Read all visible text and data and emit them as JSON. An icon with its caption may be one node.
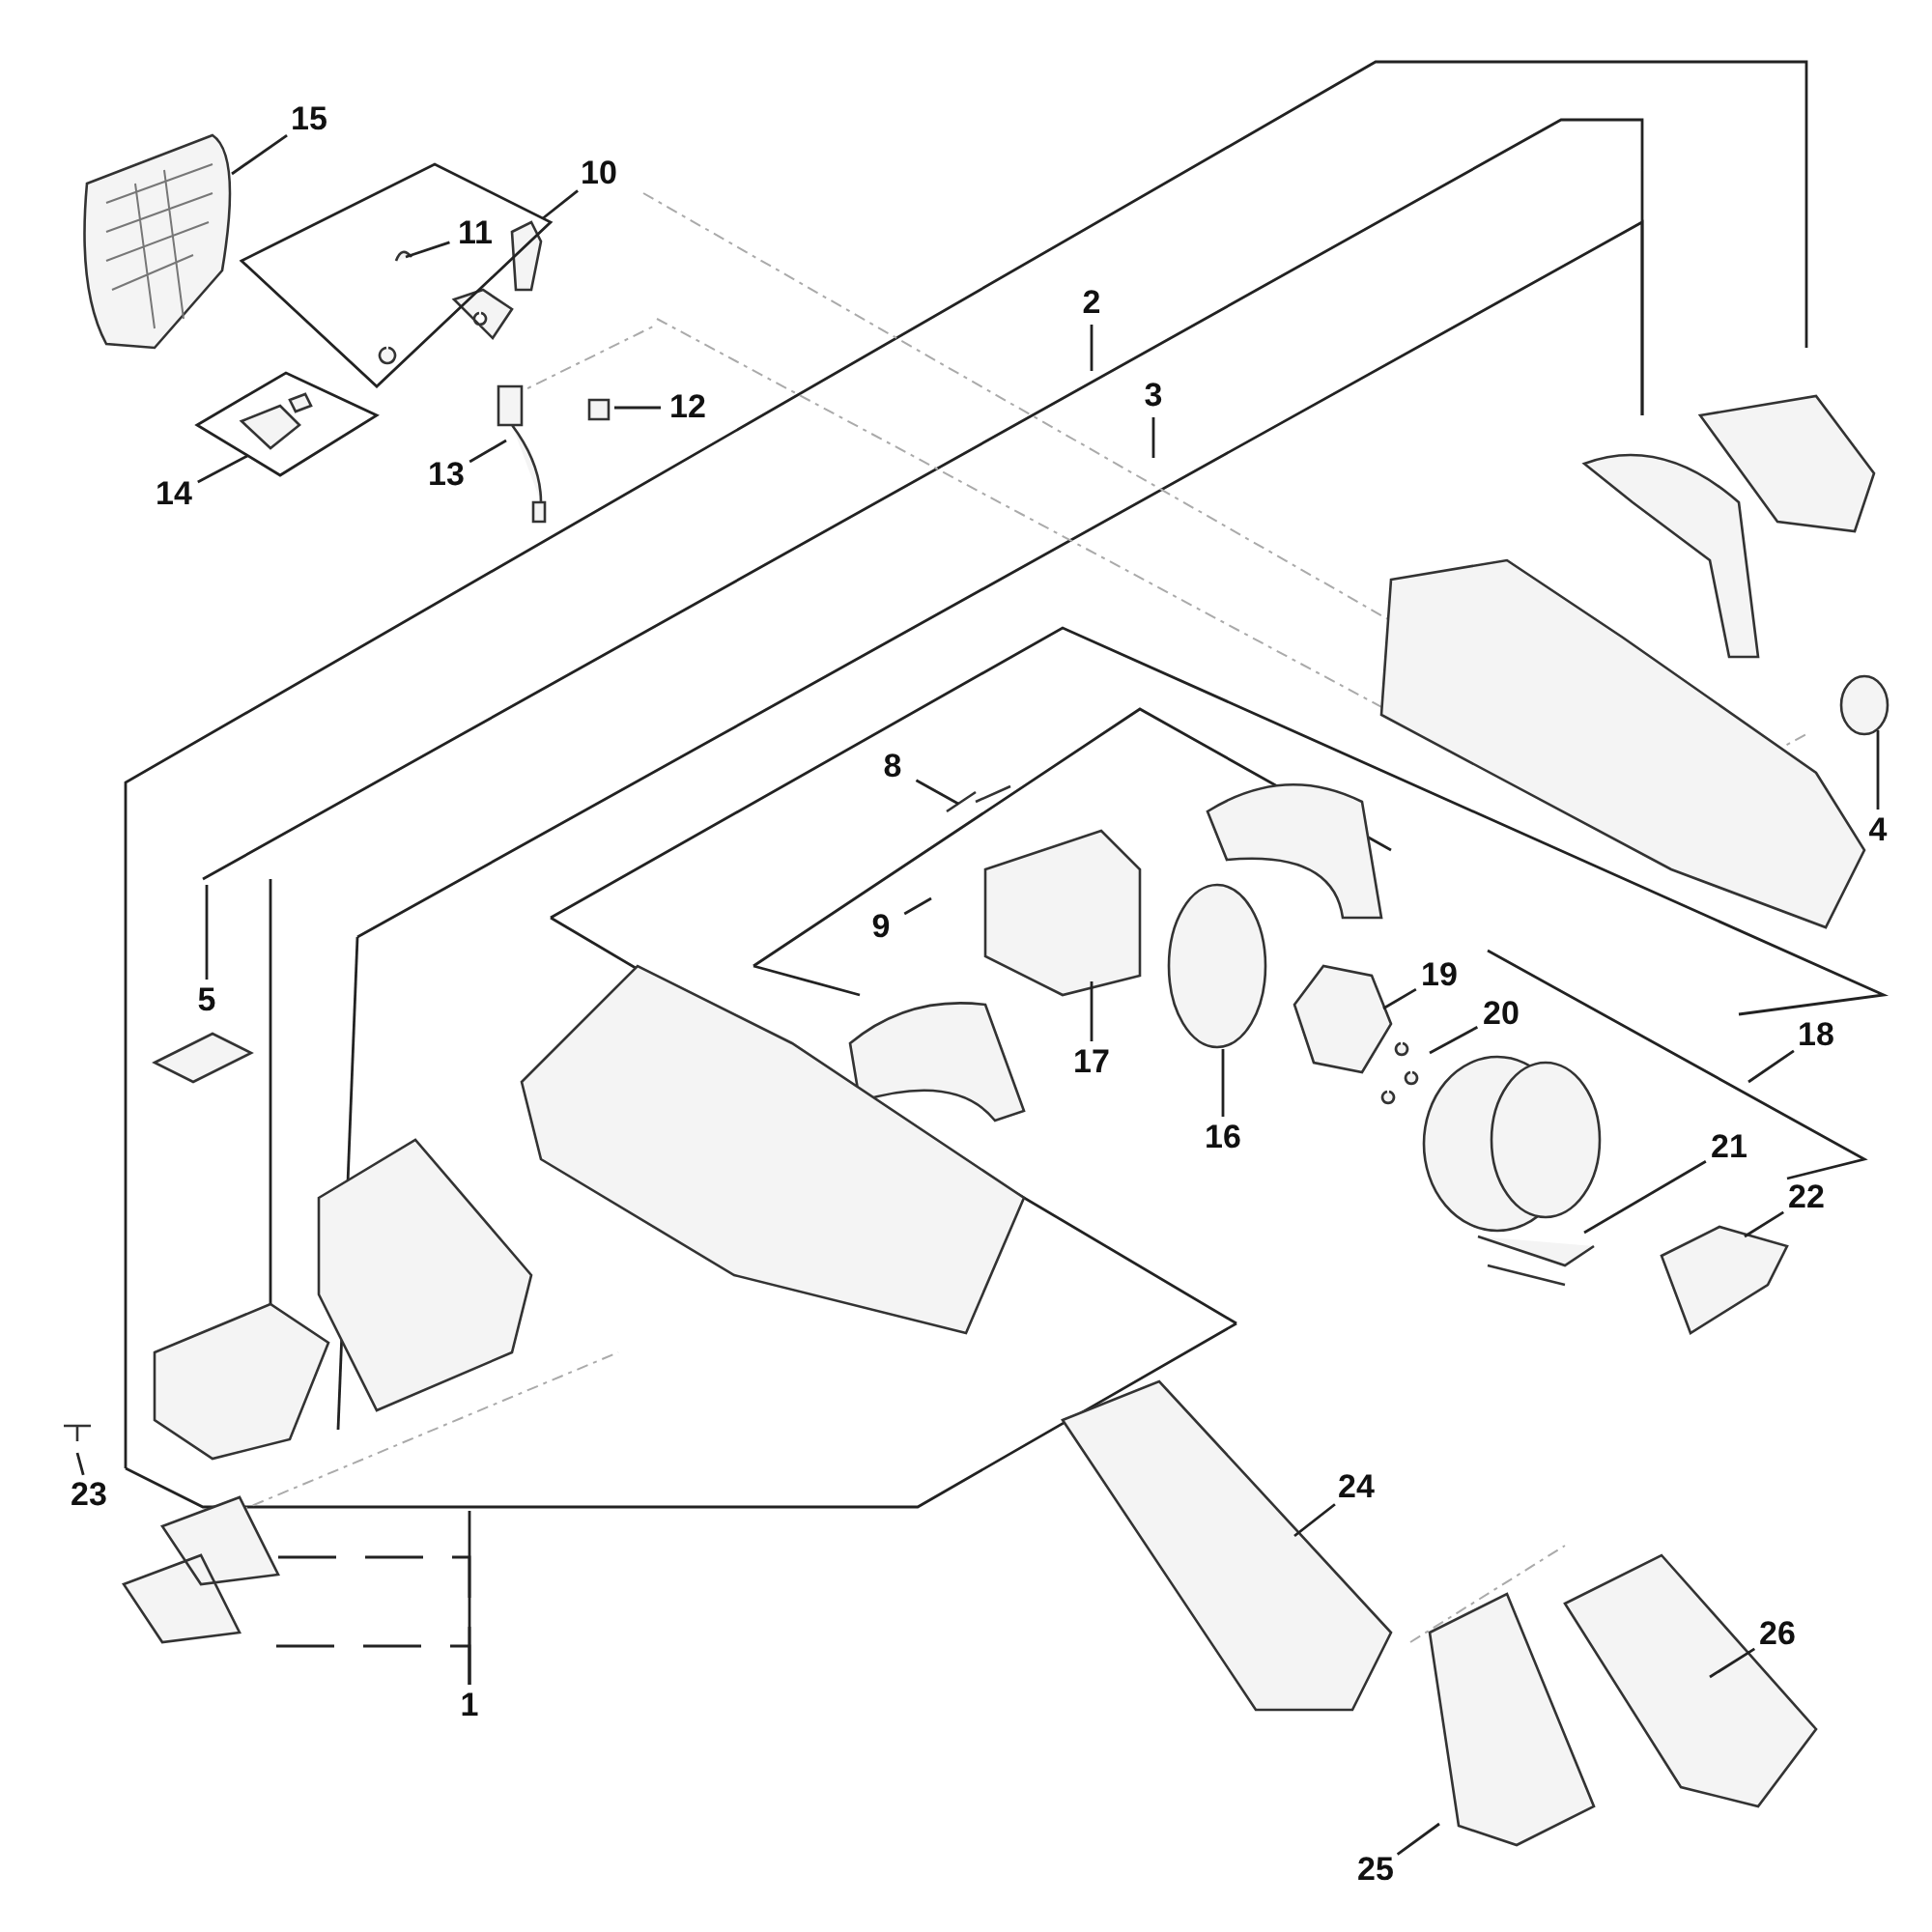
{
  "diagram": {
    "nodes": [
      {
        "text": [
          "15"
        ]
      },
      {
        "text": [
          "10"
        ]
      },
      {
        "text": [
          "11"
        ],
        "in": 24
      },
      {
        "text": [
          "2"
        ]
      },
      {
        "text": [
          "3"
        ]
      },
      {
        "text": [
          "12"
        ]
      },
      {
        "text": [
          "13"
        ]
      },
      {
        "text": [
          "14"
        ]
      },
      {
        "text": [
          "8"
        ]
      },
      {
        "text": [
          "4"
        ]
      },
      {
        "text": [
          "9"
        ]
      },
      {
        "text": [
          "19"
        ]
      },
      {
        "text": [
          "5"
        ]
      },
      {
        "text": [
          "20"
        ]
      },
      {
        "text": [
          "18"
        ]
      },
      {
        "text": [
          "17"
        ]
      },
      {
        "text": [
          "16"
        ]
      },
      {
        "text": [
          "21"
        ]
      },
      {
        "text": [
          "22"
        ]
      },
      {
        "text": [
          "24"
        ]
      },
      {
        "text": [
          "23"
        ]
      },
      {
        "text": [
          "26"
        ]
      },
      {
        "text": [
          "1"
        ]
      },
      {
        "text": [
          "25"
        ]
      },
      {
        "text": [],
        "shape": "box"
      },
      {
        "text": [],
        "shape": "box"
      }
    ],
    "edges": [
      {
        "from": 0,
        "to": null,
        "arrow": "none"
      },
      {
        "from": 1,
        "to": 24,
        "arrow": "none"
      },
      {
        "from": 2,
        "to": null,
        "arrow": "none"
      },
      {
        "from": 3,
        "to": null,
        "arrow": "none"
      },
      {
        "from": 4,
        "to": null,
        "arrow": "none"
      },
      {
        "from": 5,
        "to": null,
        "arrow": "none"
      },
      {
        "from": 6,
        "to": null,
        "arrow": "none"
      },
      {
        "from": 7,
        "to": 25,
        "arrow": "none"
      },
      {
        "from": 8,
        "to": null,
        "arrow": "none"
      },
      {
        "from": 9,
        "to": null,
        "arrow": "none"
      },
      {
        "from": 10,
        "to": null,
        "arrow": "none"
      },
      {
        "from": 11,
        "to": null,
        "arrow": "none"
      },
      {
        "from": 12,
        "to": null,
        "arrow": "none"
      },
      {
        "from": 13,
        "to": null,
        "arrow": "none"
      },
      {
        "from": 14,
        "to": null,
        "arrow": "none"
      },
      {
        "from": 15,
        "to": null,
        "arrow": "none"
      },
      {
        "from": 16,
        "to": null,
        "arrow": "none"
      },
      {
        "from": 17,
        "to": null,
        "arrow": "none"
      },
      {
        "from": 18,
        "to": null,
        "arrow": "none"
      },
      {
        "from": 19,
        "to": null,
        "arrow": "none"
      },
      {
        "from": 20,
        "to": null,
        "arrow": "none"
      },
      {
        "from": 21,
        "to": null,
        "arrow": "none"
      },
      {
        "from": 22,
        "to": null,
        "arrow": "none"
      },
      {
        "from": 22,
        "to": null,
        "arrow": "none",
        "style": "dashed"
      },
      {
        "from": 22,
        "to": null,
        "arrow": "none",
        "style": "dashed"
      },
      {
        "from": 23,
        "to": null,
        "arrow": "none"
      }
    ]
  }
}
